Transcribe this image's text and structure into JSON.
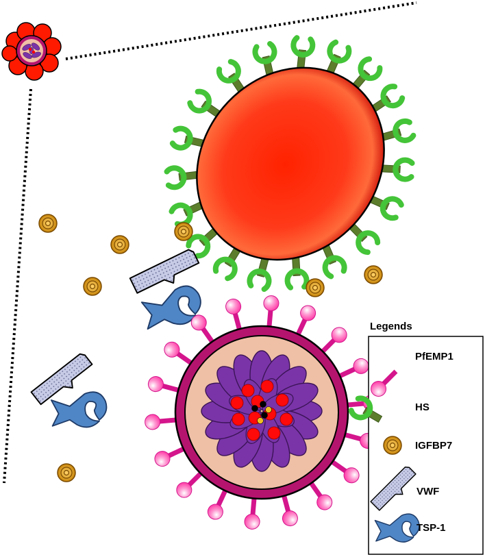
{
  "legend": {
    "title": "Legends",
    "items": [
      {
        "key": "pfemp1",
        "label": "PfEMP1",
        "icon": "pfemp1-knob-icon"
      },
      {
        "key": "hs",
        "label": "HS",
        "icon": "hs-receptor-icon"
      },
      {
        "key": "igfbp7",
        "label": "IGFBP7",
        "icon": "igfbp7-bead-icon"
      },
      {
        "key": "vwf",
        "label": "VWF",
        "icon": "vwf-block-icon"
      },
      {
        "key": "tsp1",
        "label": "TSP-1",
        "icon": "tsp1-hand-icon"
      }
    ]
  },
  "colors": {
    "rbc_core": "#ff3a1a",
    "rbc_edge": "#c40000",
    "hs_green": "#44c438",
    "hs_stem": "#5c7e2c",
    "pfemp1_pink": "#ff4fb0",
    "pfemp1_stem": "#d4158c",
    "irbc_membrane": "#b5146e",
    "irbc_cytoplasm": "#efbfa6",
    "parasite_purple": "#7a34a8",
    "igfbp7_gold": "#d4920f",
    "vwf_blue": "#c7cbe6",
    "tsp1_blue": "#4f86c6"
  }
}
